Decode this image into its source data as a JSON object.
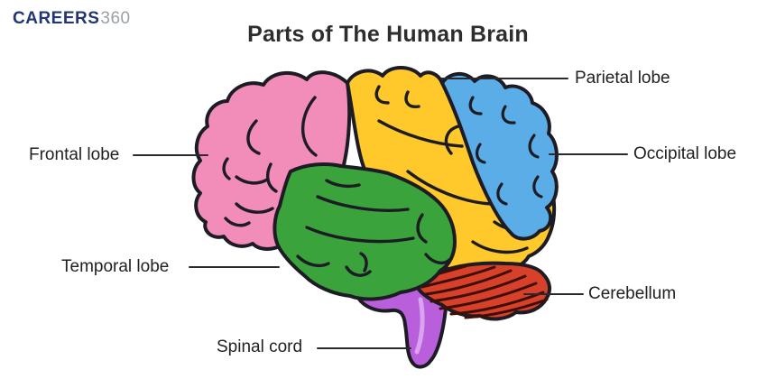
{
  "logo": {
    "brand": "CAREERS",
    "suffix": "360"
  },
  "title": "Parts of The Human Brain",
  "labels": {
    "frontal": "Frontal lobe",
    "parietal": "Parietal lobe",
    "occipital": "Occipital lobe",
    "temporal": "Temporal lobe",
    "cerebellum": "Cerebellum",
    "spinal": "Spinal cord"
  },
  "colors": {
    "frontal_lobe": "#F28CB9",
    "parietal_lobe": "#FFC82B",
    "occipital_lobe": "#5BADE8",
    "temporal_lobe": "#3AA33B",
    "cerebellum": "#D84129",
    "cerebellum_stripe": "#3F0E06",
    "spinal_cord": "#B95FDC",
    "spinal_highlight": "#D9A3EF",
    "outline": "#1D1C24",
    "leader_line": "#2A2A2E",
    "logo_navy": "#23366F",
    "logo_gray": "#9AA0A6",
    "title_text": "#2D2D2D",
    "label_text": "#212121"
  }
}
